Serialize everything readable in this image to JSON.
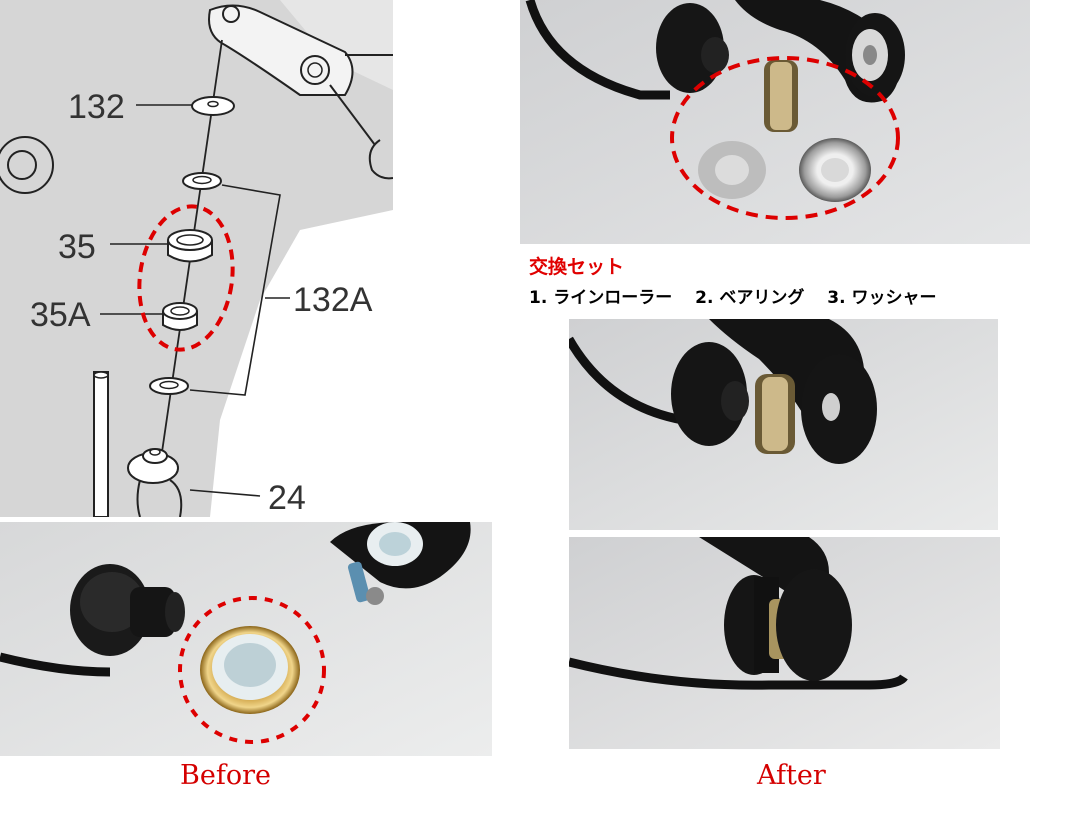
{
  "diagram": {
    "labels": {
      "p132": "132",
      "p35": "35",
      "p35A": "35A",
      "p132A": "132A",
      "p24": "24"
    }
  },
  "caption": {
    "title": "交換セット",
    "items": "1. ラインローラー　 2. ベアリング　 3. ワッシャー"
  },
  "labels": {
    "before": "Before",
    "after": "After"
  },
  "colors": {
    "accent_red": "#e00000",
    "label_red": "#d40000",
    "dashed_circle": "#dd0000"
  }
}
